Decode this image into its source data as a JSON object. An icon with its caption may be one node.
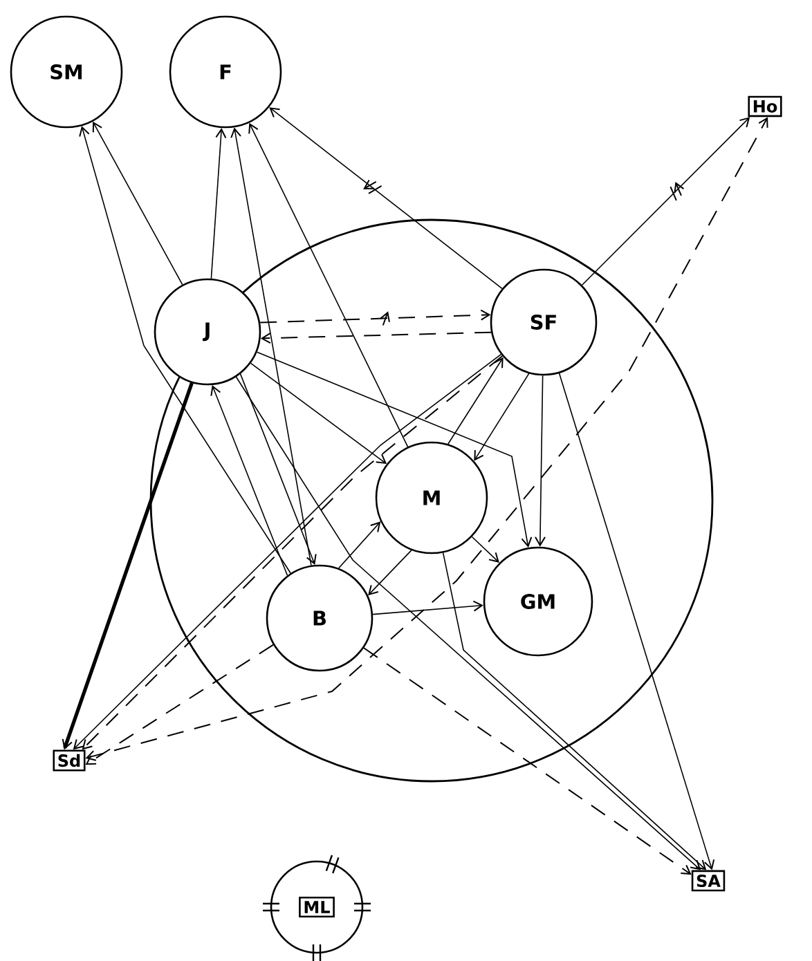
{
  "diagram": {
    "nodes": [
      {
        "text": [
          "SM"
        ]
      },
      {
        "text": [
          "F"
        ]
      },
      {
        "text": [
          "Ho"
        ]
      },
      {
        "text": [],
        "shape": "circle"
      },
      {
        "text": [
          "J"
        ],
        "in": 3
      },
      {
        "text": [
          "SF"
        ],
        "in": 3
      },
      {
        "text": [
          "M"
        ],
        "in": 3
      },
      {
        "text": [
          "B"
        ],
        "in": 3
      },
      {
        "text": [
          "GM"
        ],
        "in": 3
      },
      {
        "text": [
          "Sd"
        ]
      },
      {
        "text": [
          "SA"
        ]
      },
      {
        "text": [],
        "shape": "circle"
      },
      {
        "text": [
          "ML"
        ],
        "in": 11
      }
    ],
    "edges": [
      {
        "from": 4,
        "to": 0,
        "arrow": "to"
      },
      {
        "from": 7,
        "to": 0,
        "arrow": "to"
      },
      {
        "from": 4,
        "to": 1,
        "arrow": "to"
      },
      {
        "from": 7,
        "to": 1,
        "arrow": "to"
      },
      {
        "from": 6,
        "to": 1,
        "arrow": "to"
      },
      {
        "from": 5,
        "to": 1,
        "arrow": "to"
      },
      {
        "from": 4,
        "to": 5,
        "arrow": "to",
        "style": "dashed"
      },
      {
        "from": 5,
        "to": 4,
        "arrow": "to",
        "style": "dashed"
      },
      {
        "from": 5,
        "to": 2,
        "arrow": "to"
      },
      {
        "from": 9,
        "to": 2,
        "arrow": "both",
        "style": "dashed"
      },
      {
        "from": 5,
        "to": 9,
        "arrow": "to"
      },
      {
        "from": 5,
        "to": 9,
        "arrow": "to",
        "style": "dashed"
      },
      {
        "from": 7,
        "to": 9,
        "arrow": "to",
        "style": "dashed"
      },
      {
        "from": 4,
        "to": 9,
        "arrow": "to",
        "style": "thick"
      },
      {
        "from": 4,
        "to": 7,
        "arrow": "to"
      },
      {
        "from": 7,
        "to": 4,
        "arrow": "to"
      },
      {
        "from": 4,
        "to": 6,
        "arrow": "to"
      },
      {
        "from": 6,
        "to": 5,
        "arrow": "to"
      },
      {
        "from": 5,
        "to": 6,
        "arrow": "to"
      },
      {
        "from": 6,
        "to": 7,
        "arrow": "to"
      },
      {
        "from": 7,
        "to": 6,
        "arrow": "to"
      },
      {
        "from": 4,
        "to": 8,
        "arrow": "to"
      },
      {
        "from": 5,
        "to": 8,
        "arrow": "to"
      },
      {
        "from": 6,
        "to": 8,
        "arrow": "to"
      },
      {
        "from": 7,
        "to": 8,
        "arrow": "to"
      },
      {
        "from": 4,
        "to": 10,
        "arrow": "to"
      },
      {
        "from": 6,
        "to": 10,
        "arrow": "to"
      },
      {
        "from": 5,
        "to": 10,
        "arrow": "to"
      },
      {
        "from": 7,
        "to": 10,
        "arrow": "to",
        "style": "dashed"
      }
    ]
  }
}
